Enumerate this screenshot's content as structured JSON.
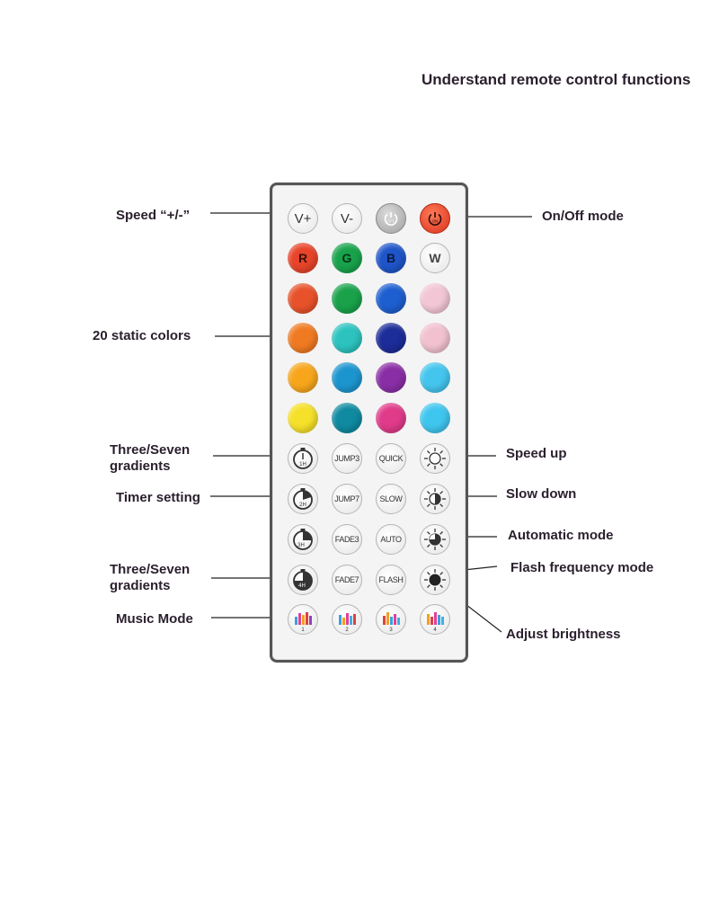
{
  "heading": "Understand remote control functions",
  "labels": {
    "speed": "Speed “+/-”",
    "static_colors": "20 static colors",
    "gradients_1": "Three/Seven gradients",
    "timer": "Timer setting",
    "gradients_2": "Three/Seven gradients",
    "music": "Music Mode",
    "on_off": "On/Off mode",
    "speed_up": "Speed up",
    "slow_down": "Slow down",
    "automatic": "Automatic mode",
    "flash_freq": "Flash frequency mode",
    "brightness": "Adjust brightness"
  },
  "remote": {
    "top_row": {
      "v_plus": "V+",
      "v_minus": "V-",
      "off": "OFF",
      "on": "ON"
    },
    "rgbw": {
      "r": "R",
      "g": "G",
      "b": "B",
      "w": "W"
    },
    "colors": [
      "#e8522a",
      "#19a24a",
      "#1d5fd0",
      "#f2c6d4",
      "#f07a22",
      "#2cc3bf",
      "#1c2c98",
      "#f1c1cf",
      "#f7a61c",
      "#1c95cf",
      "#8a2ea6",
      "#44c5ee",
      "#f5e02a",
      "#0f8aa0",
      "#e03a8a",
      "#3fc6ef"
    ],
    "accent": {
      "red": "#e8442a",
      "green": "#18a34b",
      "blue": "#1f55c9"
    },
    "func": {
      "jump3": "JUMP3",
      "quick": "QUICK",
      "jump7": "JUMP7",
      "slow": "SLOW",
      "fade3": "FADE3",
      "auto": "AUTO",
      "fade7": "FADE7",
      "flash": "FLASH"
    },
    "timers": [
      "1H",
      "2H",
      "3H",
      "4H"
    ],
    "music": [
      "1",
      "2",
      "3",
      "4"
    ],
    "icons": {
      "timer": "stopwatch-icon",
      "brightness": "sun-icon",
      "music": "equalizer-icon",
      "power": "power-icon"
    }
  }
}
